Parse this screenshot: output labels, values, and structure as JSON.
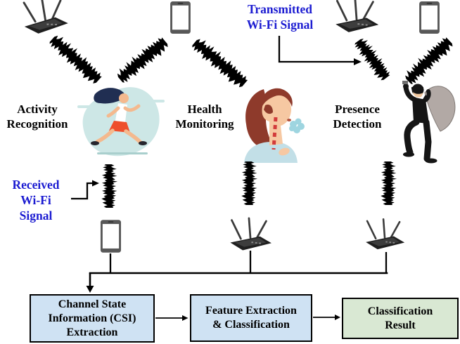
{
  "figure": {
    "annotations": {
      "transmitted_signal_label": "Transmitted\nWi-Fi Signal",
      "received_signal_label": "Received\nWi-Fi\nSignal"
    },
    "applications": [
      {
        "label": "Activity\nRecognition",
        "illustration": "runner-in-park"
      },
      {
        "label": "Health\nMonitoring",
        "illustration": "coughing-person"
      },
      {
        "label": "Presence\nDetection",
        "illustration": "burglar-with-sack"
      }
    ],
    "devices": {
      "top_row": [
        "router",
        "smartphone",
        "router",
        "smartphone"
      ],
      "receiver_row": [
        "smartphone",
        "router",
        "router"
      ]
    },
    "pipeline": {
      "boxes": [
        {
          "label": "Channel State\nInformation (CSI)\nExtraction",
          "fill": "#cfe2f3"
        },
        {
          "label": "Feature Extraction\n& Classification",
          "fill": "#cfe2f3"
        },
        {
          "label": "Classification\nResult",
          "fill": "#d9e8d3"
        }
      ]
    },
    "icons": {
      "router": "wifi-router-icon",
      "smartphone": "smartphone-icon",
      "waveform": "noisy-signal-waveform-icon"
    },
    "colors": {
      "signal_label_blue": "#1b1bd1",
      "process_box_blue": "#cfe2f3",
      "result_box_green": "#d9e8d3",
      "line_black": "#000000"
    }
  }
}
